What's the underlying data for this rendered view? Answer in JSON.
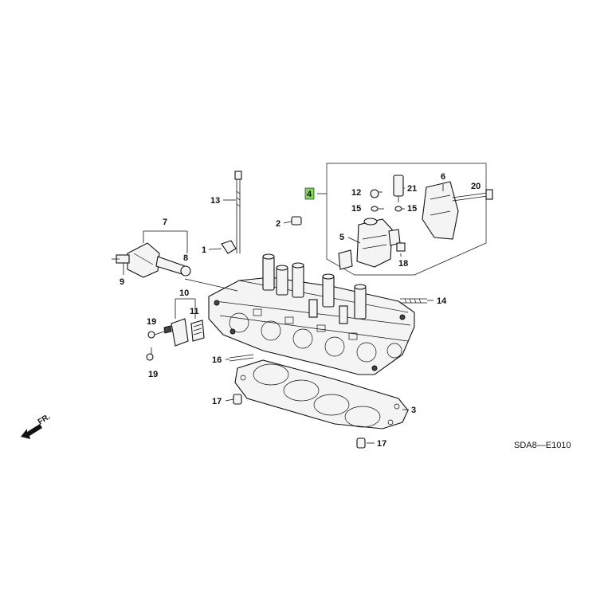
{
  "diagram_code": "SDA8—E1010",
  "front_marker": "FR.",
  "highlight_color": "#7ed957",
  "callouts": {
    "c1": "1",
    "c2": "2",
    "c3": "3",
    "c4": "4",
    "c5": "5",
    "c6": "6",
    "c7": "7",
    "c8": "8",
    "c9": "9",
    "c10": "10",
    "c11": "11",
    "c12": "12",
    "c13": "13",
    "c14": "14",
    "c15a": "15",
    "c15b": "15",
    "c16": "16",
    "c17a": "17",
    "c17b": "17",
    "c18": "18",
    "c19a": "19",
    "c19b": "19",
    "c20": "20",
    "c21": "21"
  }
}
